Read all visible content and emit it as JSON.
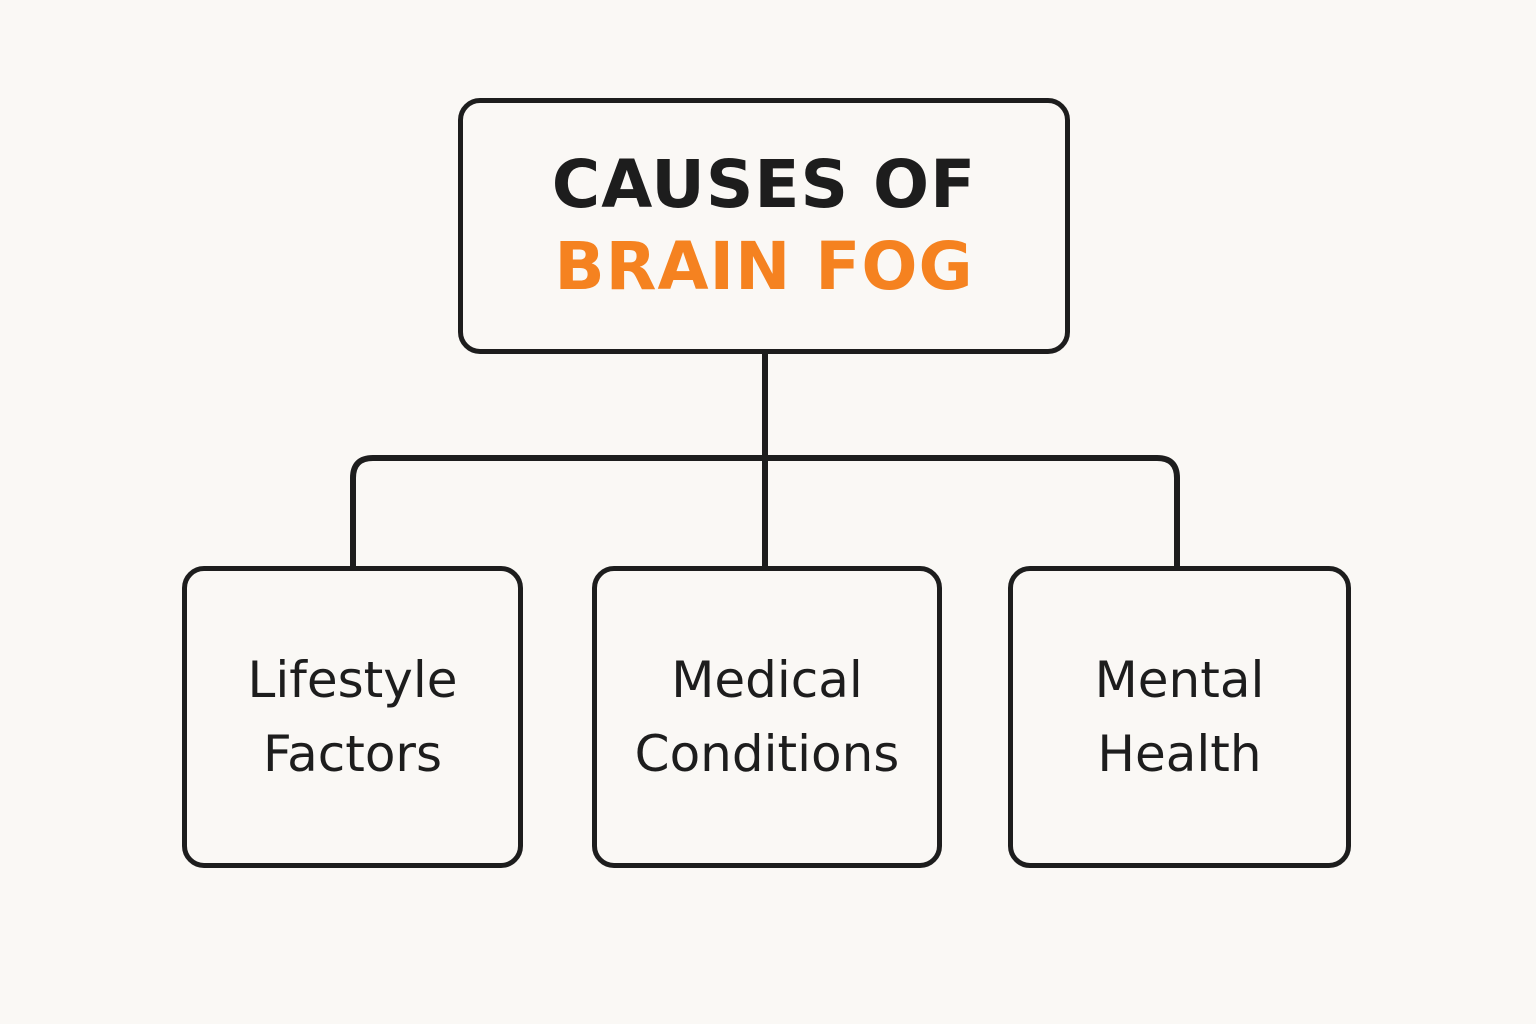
{
  "diagram": {
    "root": {
      "title_line1": "CAUSES OF",
      "title_line2": "BRAIN FOG"
    },
    "children": [
      {
        "line1": "Lifestyle",
        "line2": "Factors"
      },
      {
        "line1": "Medical",
        "line2": "Conditions"
      },
      {
        "line1": "Mental",
        "line2": "Health"
      }
    ]
  },
  "colors": {
    "background": "#faf8f5",
    "stroke": "#1d1d1d",
    "text": "#1d1d1d",
    "accent": "#f58220"
  }
}
